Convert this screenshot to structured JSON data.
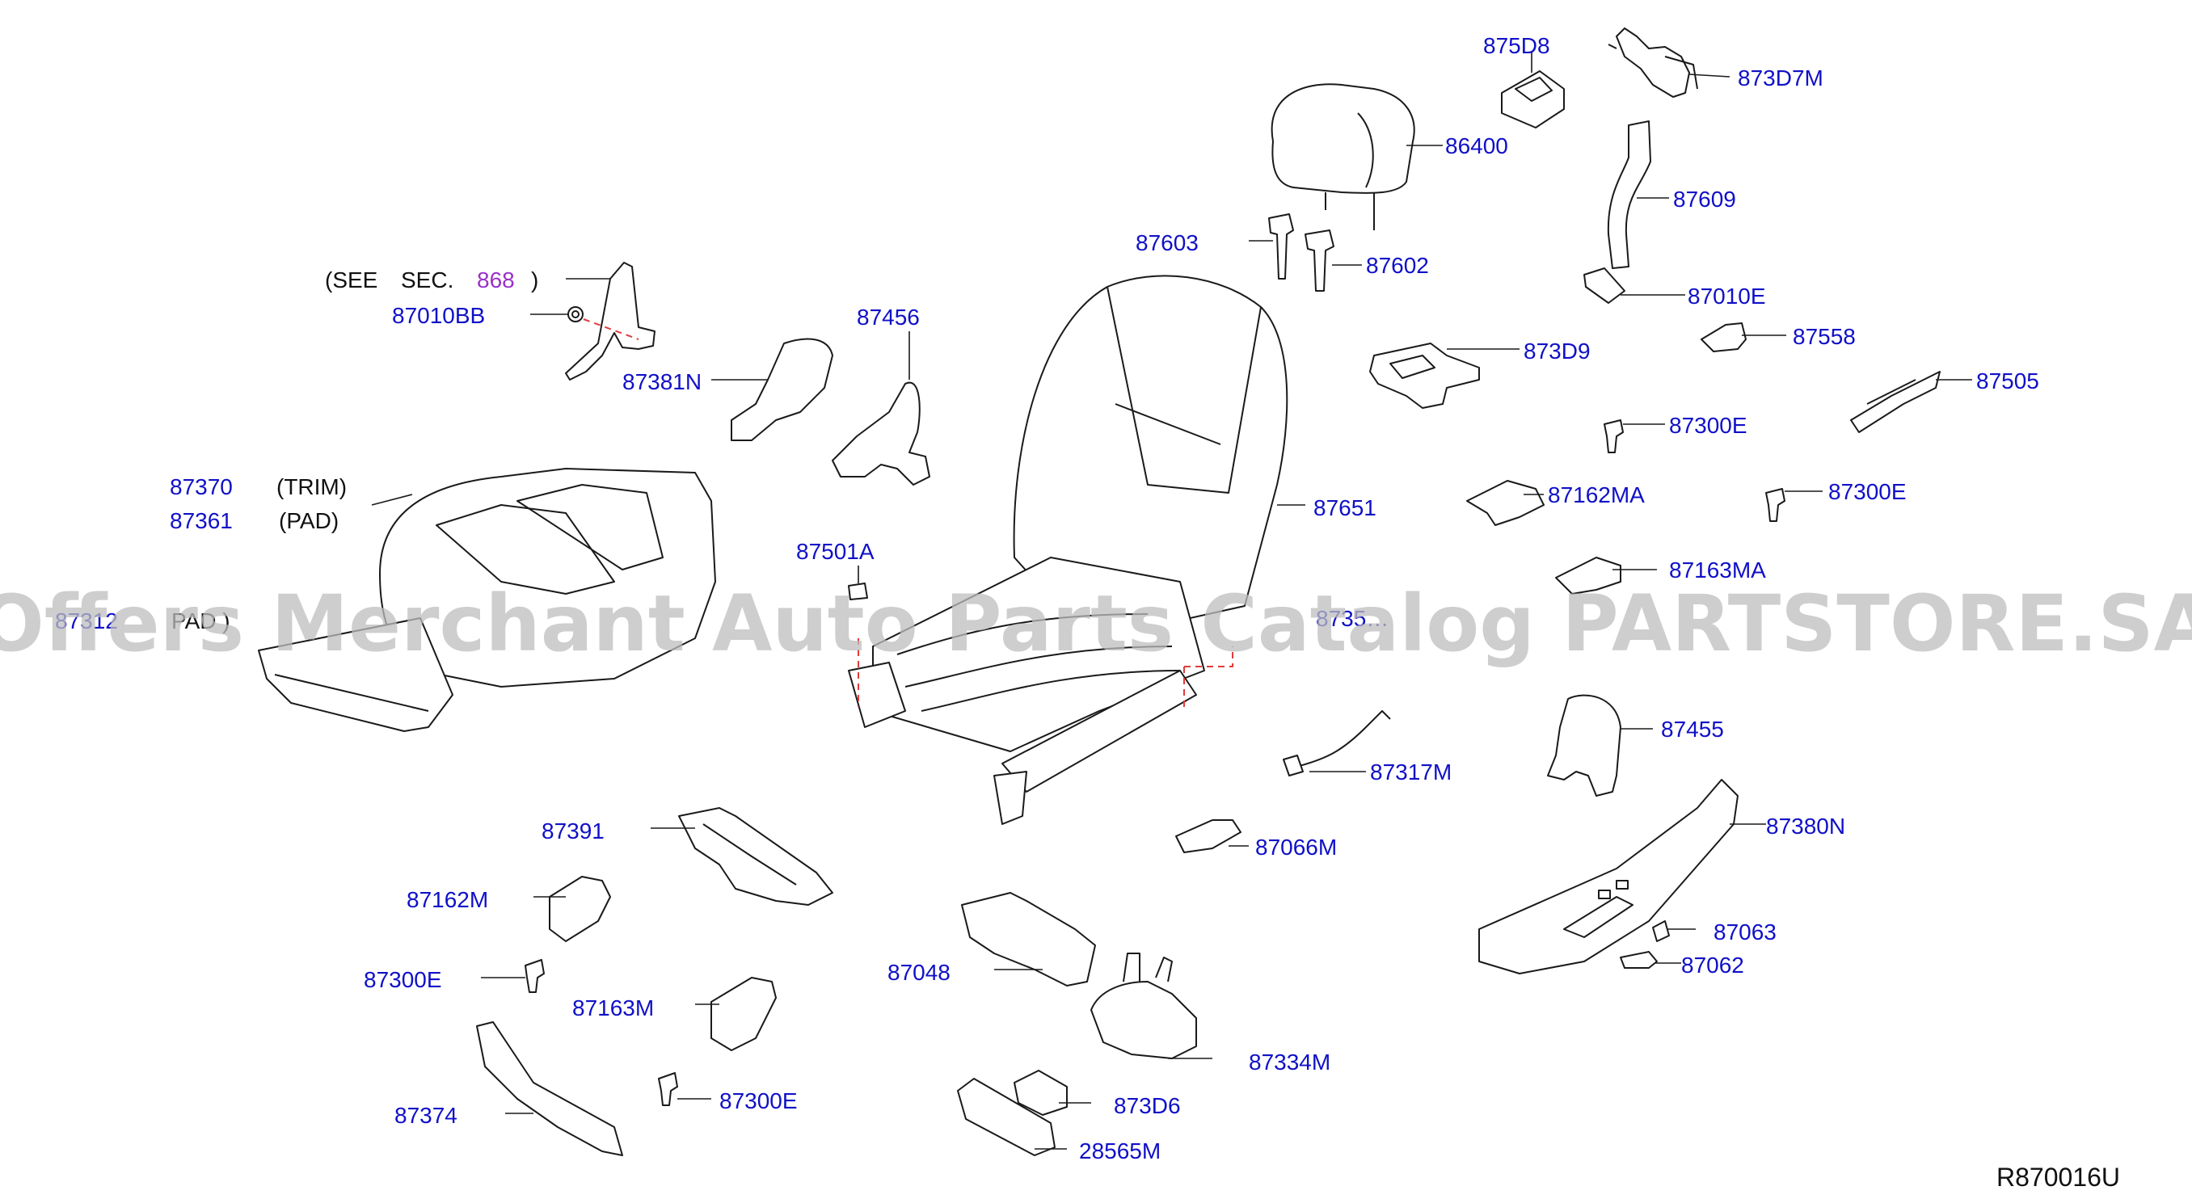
{
  "labels": {
    "p875D8": "875D8",
    "p873D7M": "873D7M",
    "p86400": "86400",
    "p87609": "87609",
    "p87603": "87603",
    "p87602": "87602",
    "p87010E": "87010E",
    "p873D9": "873D9",
    "p87558": "87558",
    "p87505": "87505",
    "p87300E_a": "87300E",
    "p87162MA": "87162MA",
    "p87300E_b": "87300E",
    "p87163MA": "87163MA",
    "p87651": "87651",
    "p87456": "87456",
    "p87381N": "87381N",
    "p87010BB": "87010BB",
    "p87370": "87370",
    "p87361": "87361",
    "p87312": "87312",
    "p87501A": "87501A",
    "p8735x": "8735…",
    "p87455": "87455",
    "p87317M": "87317M",
    "p87066M": "87066M",
    "p87380N": "87380N",
    "p87063": "87063",
    "p87062": "87062",
    "p87391": "87391",
    "p87162M": "87162M",
    "p87300E_c": "87300E",
    "p87163M": "87163M",
    "p87048": "87048",
    "p87334M": "87334M",
    "p873D6": "873D6",
    "p28565M": "28565M",
    "p87374": "87374",
    "p87300E_d": "87300E"
  },
  "notes": {
    "trim": "(TRIM)",
    "pad": "(PAD)",
    "pad_partial": "PAD )",
    "see_prefix": "(SEE",
    "see_sec": "SEC.",
    "see_num": "868",
    "see_close": ")"
  },
  "diagram_code": "R870016U",
  "watermark": "Offers Merchant Auto Parts Catalog PARTSTORE.SA",
  "colors": {
    "label": "#1010c8",
    "see_ref": "#9b30c8",
    "leader_dash": "#e23b3b"
  }
}
